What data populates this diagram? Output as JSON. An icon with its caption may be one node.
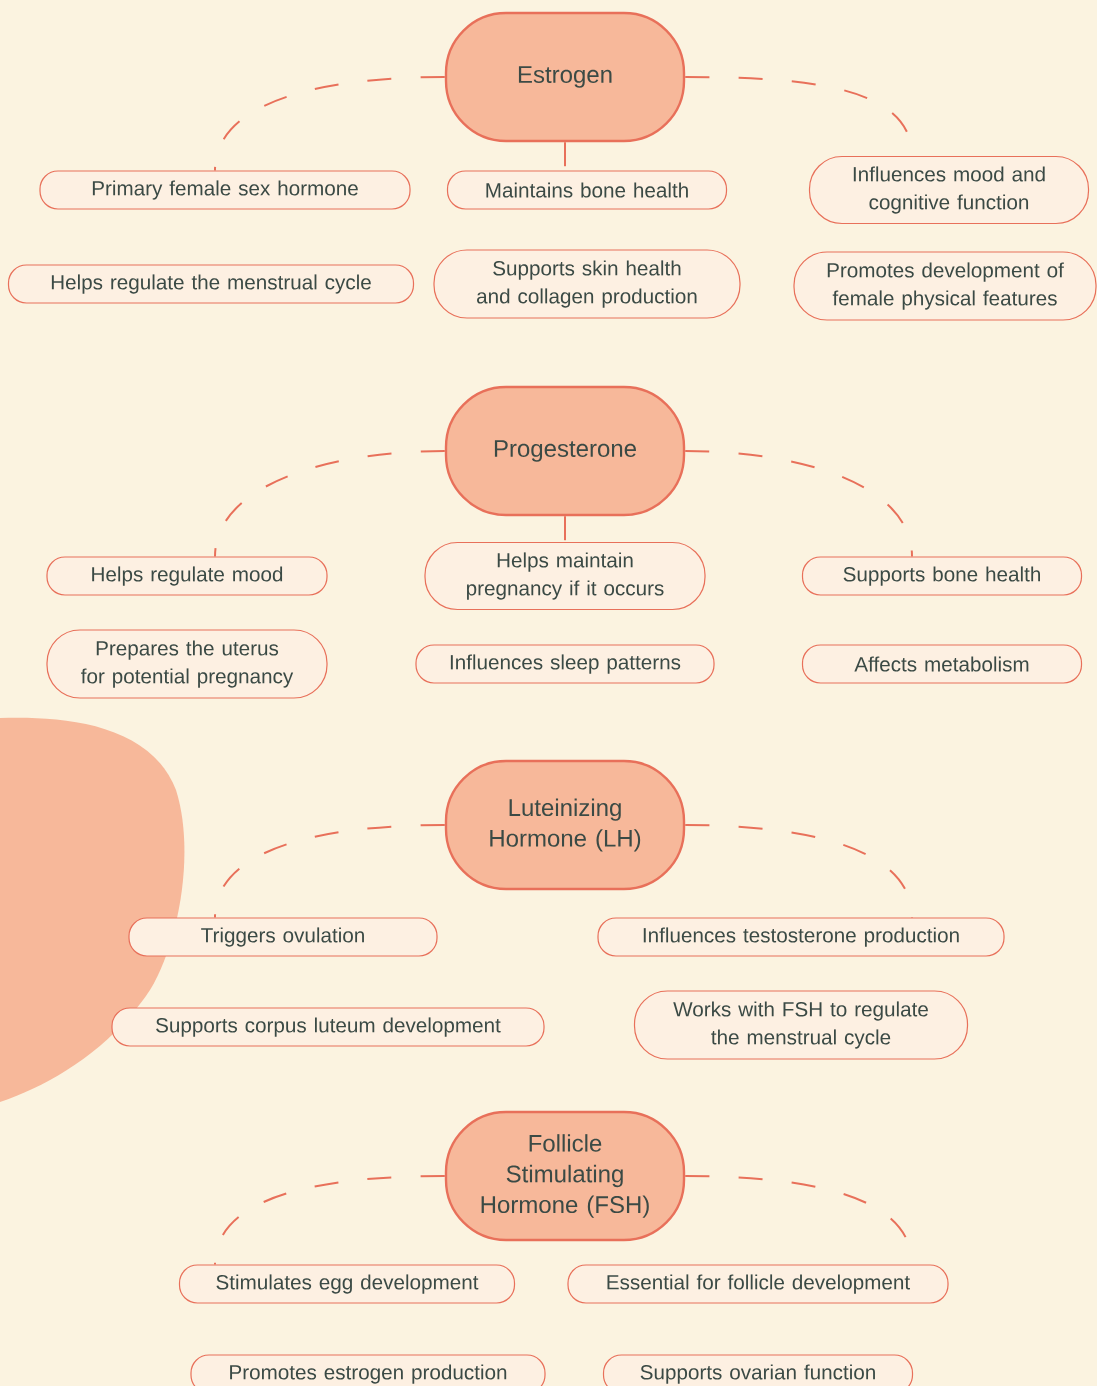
{
  "diagram": {
    "nodes": [
      {
        "text": [
          "Estrogen"
        ]
      },
      {
        "text": [
          "Primary female sex hormone"
        ]
      },
      {
        "text": [
          "Maintains bone health"
        ]
      },
      {
        "text": [
          "Influences mood and cognitive function"
        ]
      },
      {
        "text": [
          "Helps regulate the menstrual cycle"
        ]
      },
      {
        "text": [
          "Supports skin health and collagen production"
        ]
      },
      {
        "text": [
          "Promotes development of female physical features"
        ]
      },
      {
        "text": [
          "Progesterone"
        ]
      },
      {
        "text": [
          "Helps regulate mood"
        ]
      },
      {
        "text": [
          "Helps maintain pregnancy if it occurs"
        ]
      },
      {
        "text": [
          "Supports bone health"
        ]
      },
      {
        "text": [
          "Prepares the uterus for potential pregnancy"
        ]
      },
      {
        "text": [
          "Influences sleep patterns"
        ]
      },
      {
        "text": [
          "Affects metabolism"
        ]
      },
      {
        "text": [
          "Luteinizing Hormone (LH)"
        ]
      },
      {
        "text": [
          "Triggers ovulation"
        ]
      },
      {
        "text": [
          "Influences testosterone production"
        ]
      },
      {
        "text": [
          "Supports corpus luteum development"
        ]
      },
      {
        "text": [
          "Works with FSH to regulate the menstrual cycle"
        ]
      },
      {
        "text": [
          "Follicle Stimulating Hormone (FSH)"
        ]
      },
      {
        "text": [
          "Stimulates egg development"
        ]
      },
      {
        "text": [
          "Essential for follicle development"
        ]
      },
      {
        "text": [
          "Promotes estrogen production"
        ]
      },
      {
        "text": [
          "Supports ovarian function"
        ]
      }
    ],
    "edges": [
      {
        "from": 0,
        "to": 1,
        "arrow": "none",
        "style": "dashed"
      },
      {
        "from": 0,
        "to": 2,
        "arrow": "none",
        "style": "dashed"
      },
      {
        "from": 0,
        "to": 3,
        "arrow": "none",
        "style": "dashed"
      },
      {
        "from": 7,
        "to": 8,
        "arrow": "none",
        "style": "dashed"
      },
      {
        "from": 7,
        "to": 9,
        "arrow": "none",
        "style": "dashed"
      },
      {
        "from": 7,
        "to": 10,
        "arrow": "none",
        "style": "dashed"
      },
      {
        "from": 14,
        "to": 15,
        "arrow": "none",
        "style": "dashed"
      },
      {
        "from": 14,
        "to": 16,
        "arrow": "none",
        "style": "dashed"
      },
      {
        "from": 19,
        "to": 20,
        "arrow": "none",
        "style": "dashed"
      },
      {
        "from": 19,
        "to": 21,
        "arrow": "none",
        "style": "dashed"
      }
    ]
  }
}
